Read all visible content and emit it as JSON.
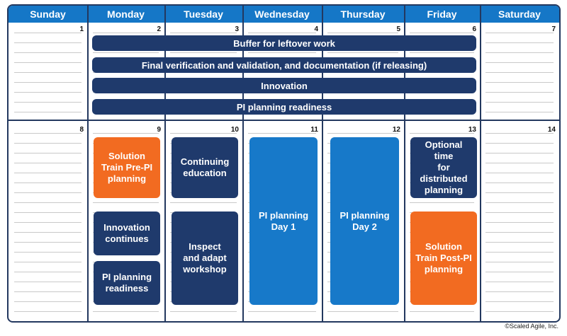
{
  "days": [
    "Sunday",
    "Monday",
    "Tuesday",
    "Wednesday",
    "Thursday",
    "Friday",
    "Saturday"
  ],
  "week1_dates": [
    "1",
    "2",
    "3",
    "4",
    "5",
    "6",
    "7"
  ],
  "week2_dates": [
    "8",
    "9",
    "10",
    "11",
    "12",
    "13",
    "14"
  ],
  "week1_bars": [
    "Buffer for leftover work",
    "Final verification and validation, and documentation (if releasing)",
    "Innovation",
    "PI planning readiness"
  ],
  "week2_boxes": {
    "monday_pre_pi": "Solution\nTrain Pre-PI\nplanning",
    "monday_innovation": "Innovation\ncontinues",
    "monday_readiness": "PI planning\nreadiness",
    "tuesday_education": "Continuing\neducation",
    "tuesday_inspect": "Inspect\nand adapt\nworkshop",
    "wednesday_day1": "PI planning\nDay 1",
    "thursday_day2": "PI planning\nDay 2",
    "friday_optional": "Optional time\nfor distributed\nplanning",
    "friday_post_pi": "Solution\nTrain Post-PI\nplanning"
  },
  "colors": {
    "header": "#1577c7",
    "navy": "#1f3a6c",
    "orange": "#f26b21",
    "blue": "#1779c9"
  },
  "credit": "©Scaled Agile, Inc."
}
